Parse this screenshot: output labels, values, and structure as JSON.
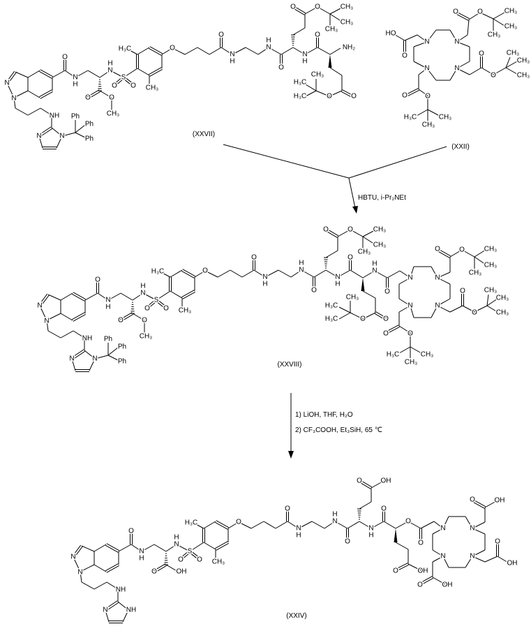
{
  "compounds": {
    "starting_material": "(XXVII)",
    "chelator": "(XXII)",
    "intermediate": "(XXVIII)",
    "product": "(XXIV)"
  },
  "reagents": {
    "step1": "HBTU, i-Pr₂NEt",
    "step2a": "1) LiOH, THF, H₂O",
    "step2b": "2) CF₃COOH, Et₃SiH, 65 ℃"
  },
  "atoms": {
    "N": "N",
    "H": "H",
    "O": "O",
    "S": "S",
    "NH": "NH",
    "NH2": "NH₂",
    "OH": "OH",
    "HO": "HO",
    "Ph": "Ph",
    "CH3": "CH₃",
    "H3C": "H₃C"
  }
}
